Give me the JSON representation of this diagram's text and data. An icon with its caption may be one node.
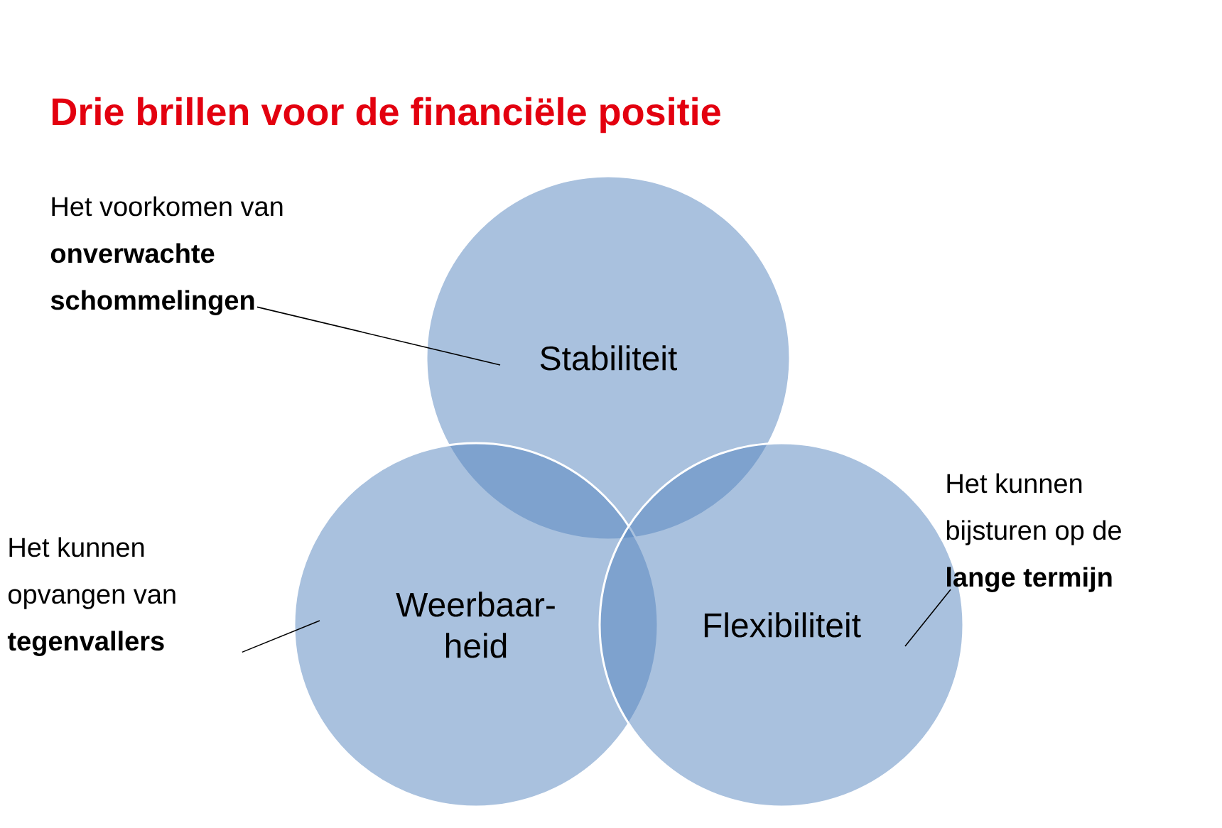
{
  "diagram": {
    "title": "Drie brillen voor de financiële positie",
    "nodes": [
      {
        "text": [
          "Stabiliteit"
        ]
      },
      {
        "text": [
          "Weerbaar- heid"
        ]
      },
      {
        "text": [
          "Flexibiliteit"
        ]
      },
      {
        "text": [
          "Het voorkomen van **onverwachte schommelingen**"
        ]
      },
      {
        "text": [
          "Het kunnen opvangen van **tegenvallers**"
        ]
      },
      {
        "text": [
          "Het kunnen bijsturen op de **lange termijn**"
        ]
      }
    ],
    "edges": [
      {
        "from": 3,
        "to": 0,
        "arrow": "none"
      },
      {
        "from": 4,
        "to": 1,
        "arrow": "none"
      },
      {
        "from": 5,
        "to": 2,
        "arrow": "none"
      }
    ]
  }
}
